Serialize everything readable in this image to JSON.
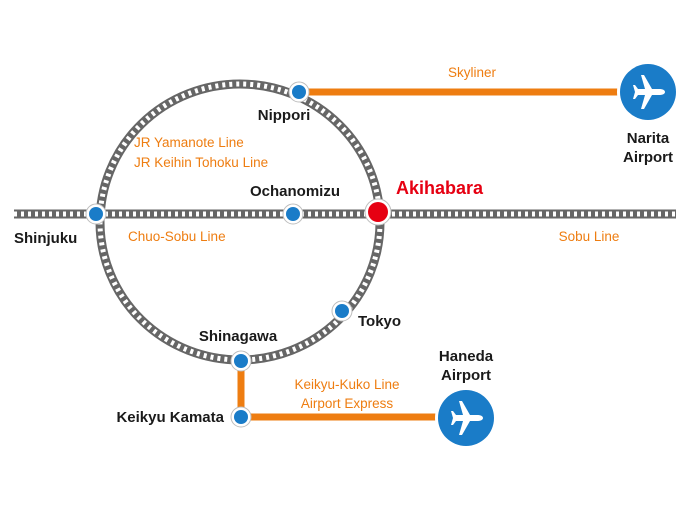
{
  "colors": {
    "track": "#666666",
    "track_tie": "#ffffff",
    "route": "#ee7d11",
    "station_fill": "#1a7cc8",
    "station_ring": "#ffffff",
    "highlight_station": "#e60012",
    "airport_icon": "#1a7cc8",
    "line_label": "#ee7d11",
    "station_label": "#1a1a1a"
  },
  "stations": {
    "nippori": "Nippori",
    "shinjuku": "Shinjuku",
    "ochanomizu": "Ochanomizu",
    "akihabara": "Akihabara",
    "tokyo": "Tokyo",
    "shinagawa": "Shinagawa",
    "keikyu_kamata": "Keikyu Kamata"
  },
  "lines": {
    "skyliner": "Skyliner",
    "jr_yamanote": "JR Yamanote Line",
    "jr_keihin_tohoku": "JR Keihin Tohoku Line",
    "chuo_sobu": "Chuo-Sobu Line",
    "sobu": "Sobu Line",
    "keikyu_kuko": "Keikyu-Kuko Line",
    "airport_express": "Airport Express"
  },
  "airports": {
    "narita": {
      "line1": "Narita",
      "line2": "Airport",
      "icon": "airplane-icon"
    },
    "haneda": {
      "line1": "Haneda",
      "line2": "Airport",
      "icon": "airplane-icon"
    }
  }
}
